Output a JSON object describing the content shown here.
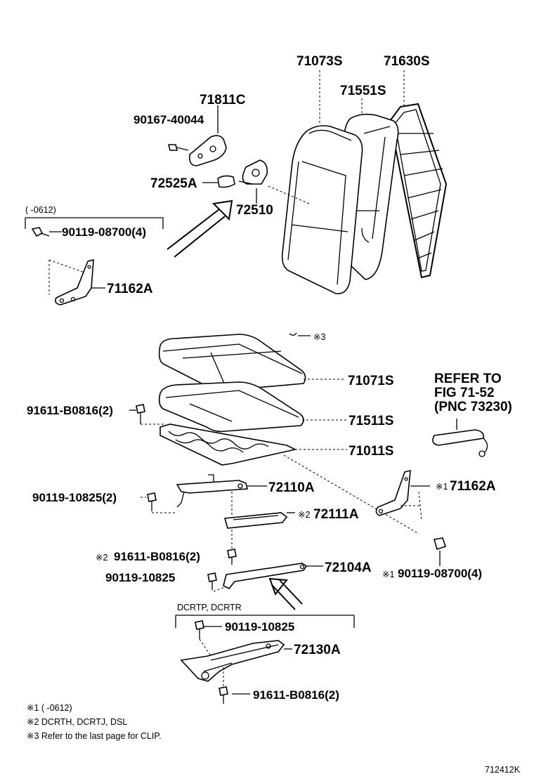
{
  "parts": {
    "p71073S": "71073S",
    "p71630S": "71630S",
    "p71551S": "71551S",
    "p71811C": "71811C",
    "p90167_40044": "90167-40044",
    "p72525A": "72525A",
    "p72510": "72510",
    "p90119_08700_4": "90119-08700(4)",
    "p71162A": "71162A",
    "p71071S": "71071S",
    "p91611_B0816_2": "91611-B0816(2)",
    "p71511S": "71511S",
    "p71011S": "71011S",
    "p72110A": "72110A",
    "p90119_10825_2": "90119-10825(2)",
    "p71162A_b": "71162A",
    "p72111A": "72111A",
    "p91611_B0816_2b": "91611-B0816(2)",
    "p72104A": "72104A",
    "p90119_10825": "90119-10825",
    "p90119_08700_4b": "90119-08700(4)",
    "p90119_10825_b": "90119-10825",
    "p72130A": "72130A",
    "p91611_B0816_2c": "91611-B0816(2)"
  },
  "marks": {
    "m1": "※1",
    "m2": "※2",
    "m2b": "※2",
    "m1b": "※1",
    "m3": "※3"
  },
  "groups": {
    "date_range": "(      -0612)",
    "models": "DCRTP, DCRTR"
  },
  "refer": {
    "line1": "REFER TO",
    "line2": "FIG 71-52",
    "line3": "(PNC 73230)"
  },
  "notes": {
    "n1": "※1 (      -0612)",
    "n2": "※2 DCRTH, DCRTJ, DSL",
    "n3": "※3 Refer to the last page for CLIP."
  },
  "figure_id": "712412K"
}
